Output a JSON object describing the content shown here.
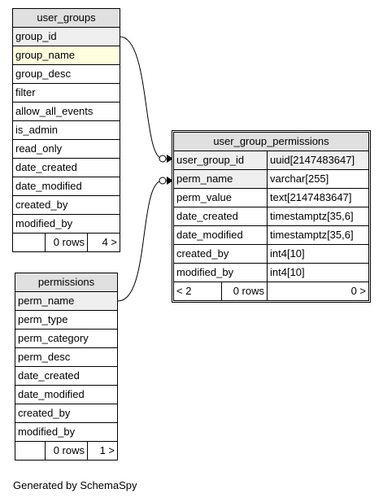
{
  "user_groups": {
    "name": "user_groups",
    "columns": [
      "group_id",
      "group_name",
      "group_desc",
      "filter",
      "allow_all_events",
      "is_admin",
      "read_only",
      "date_created",
      "date_modified",
      "created_by",
      "modified_by"
    ],
    "rows_label": "0 rows",
    "children_label": "4 >"
  },
  "permissions": {
    "name": "permissions",
    "columns": [
      "perm_name",
      "perm_type",
      "perm_category",
      "perm_desc",
      "date_created",
      "date_modified",
      "created_by",
      "modified_by"
    ],
    "rows_label": "0 rows",
    "children_label": "1 >"
  },
  "user_group_permissions": {
    "name": "user_group_permissions",
    "columns": [
      {
        "name": "user_group_id",
        "type": "uuid[2147483647]"
      },
      {
        "name": "perm_name",
        "type": "varchar[255]"
      },
      {
        "name": "perm_value",
        "type": "text[2147483647]"
      },
      {
        "name": "date_created",
        "type": "timestamptz[35,6]"
      },
      {
        "name": "date_modified",
        "type": "timestamptz[35,6]"
      },
      {
        "name": "created_by",
        "type": "int4[10]"
      },
      {
        "name": "modified_by",
        "type": "int4[10]"
      }
    ],
    "parents_label": "< 2",
    "rows_label": "0 rows",
    "children_label": "0 >"
  },
  "footer_text": "Generated by SchemaSpy"
}
